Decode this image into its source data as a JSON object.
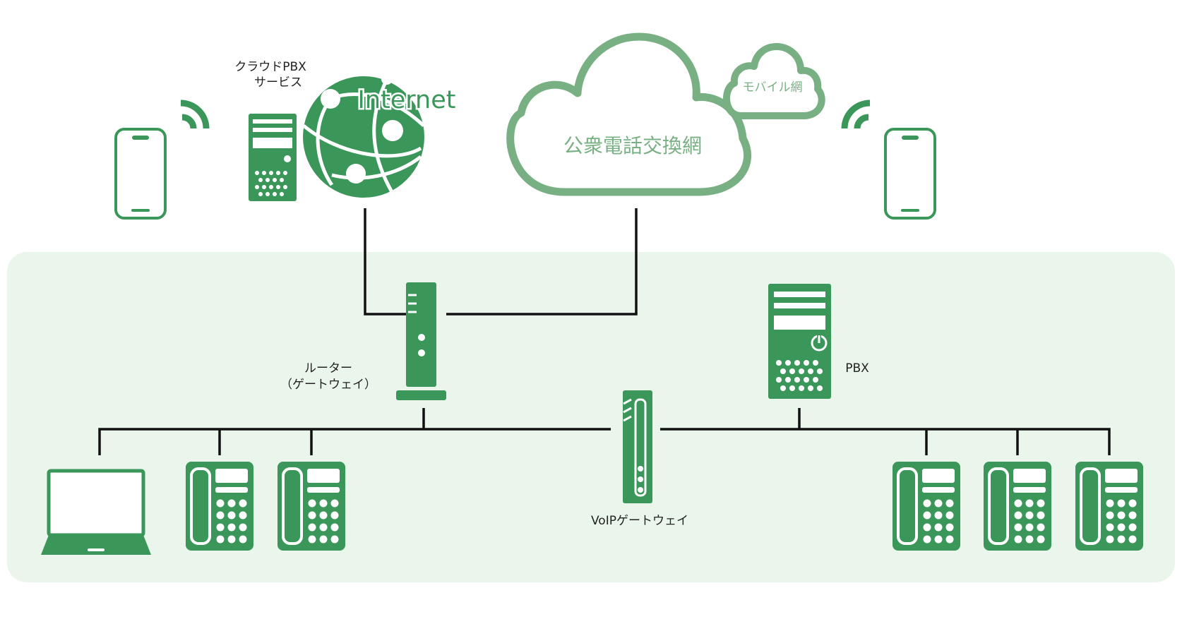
{
  "labels": {
    "internet": "Internet",
    "cloud_pbx_line1": "クラウドPBX",
    "cloud_pbx_line2": "サービス",
    "pstn": "公衆電話交換網",
    "mobile_network": "モバイル網",
    "router_line1": "ルーター",
    "router_line2": "（ゲートウェイ）",
    "pbx": "PBX",
    "voip_gateway": "VoIPゲートウェイ"
  },
  "colors": {
    "green": "#3a9659",
    "cloud_green": "#78b083",
    "lan_background": "#eaf5ec",
    "line": "#111111",
    "text": "#222222"
  },
  "icons": {
    "mobile_phone": "smartphone-icon",
    "signal": "wifi-signal-icon",
    "server": "server-icon",
    "globe": "internet-globe-icon",
    "cloud": "cloud-icon",
    "router": "router-icon",
    "voip": "voip-gateway-icon",
    "pbx": "pbx-server-icon",
    "laptop": "laptop-icon",
    "desk_phone": "desk-phone-icon"
  }
}
